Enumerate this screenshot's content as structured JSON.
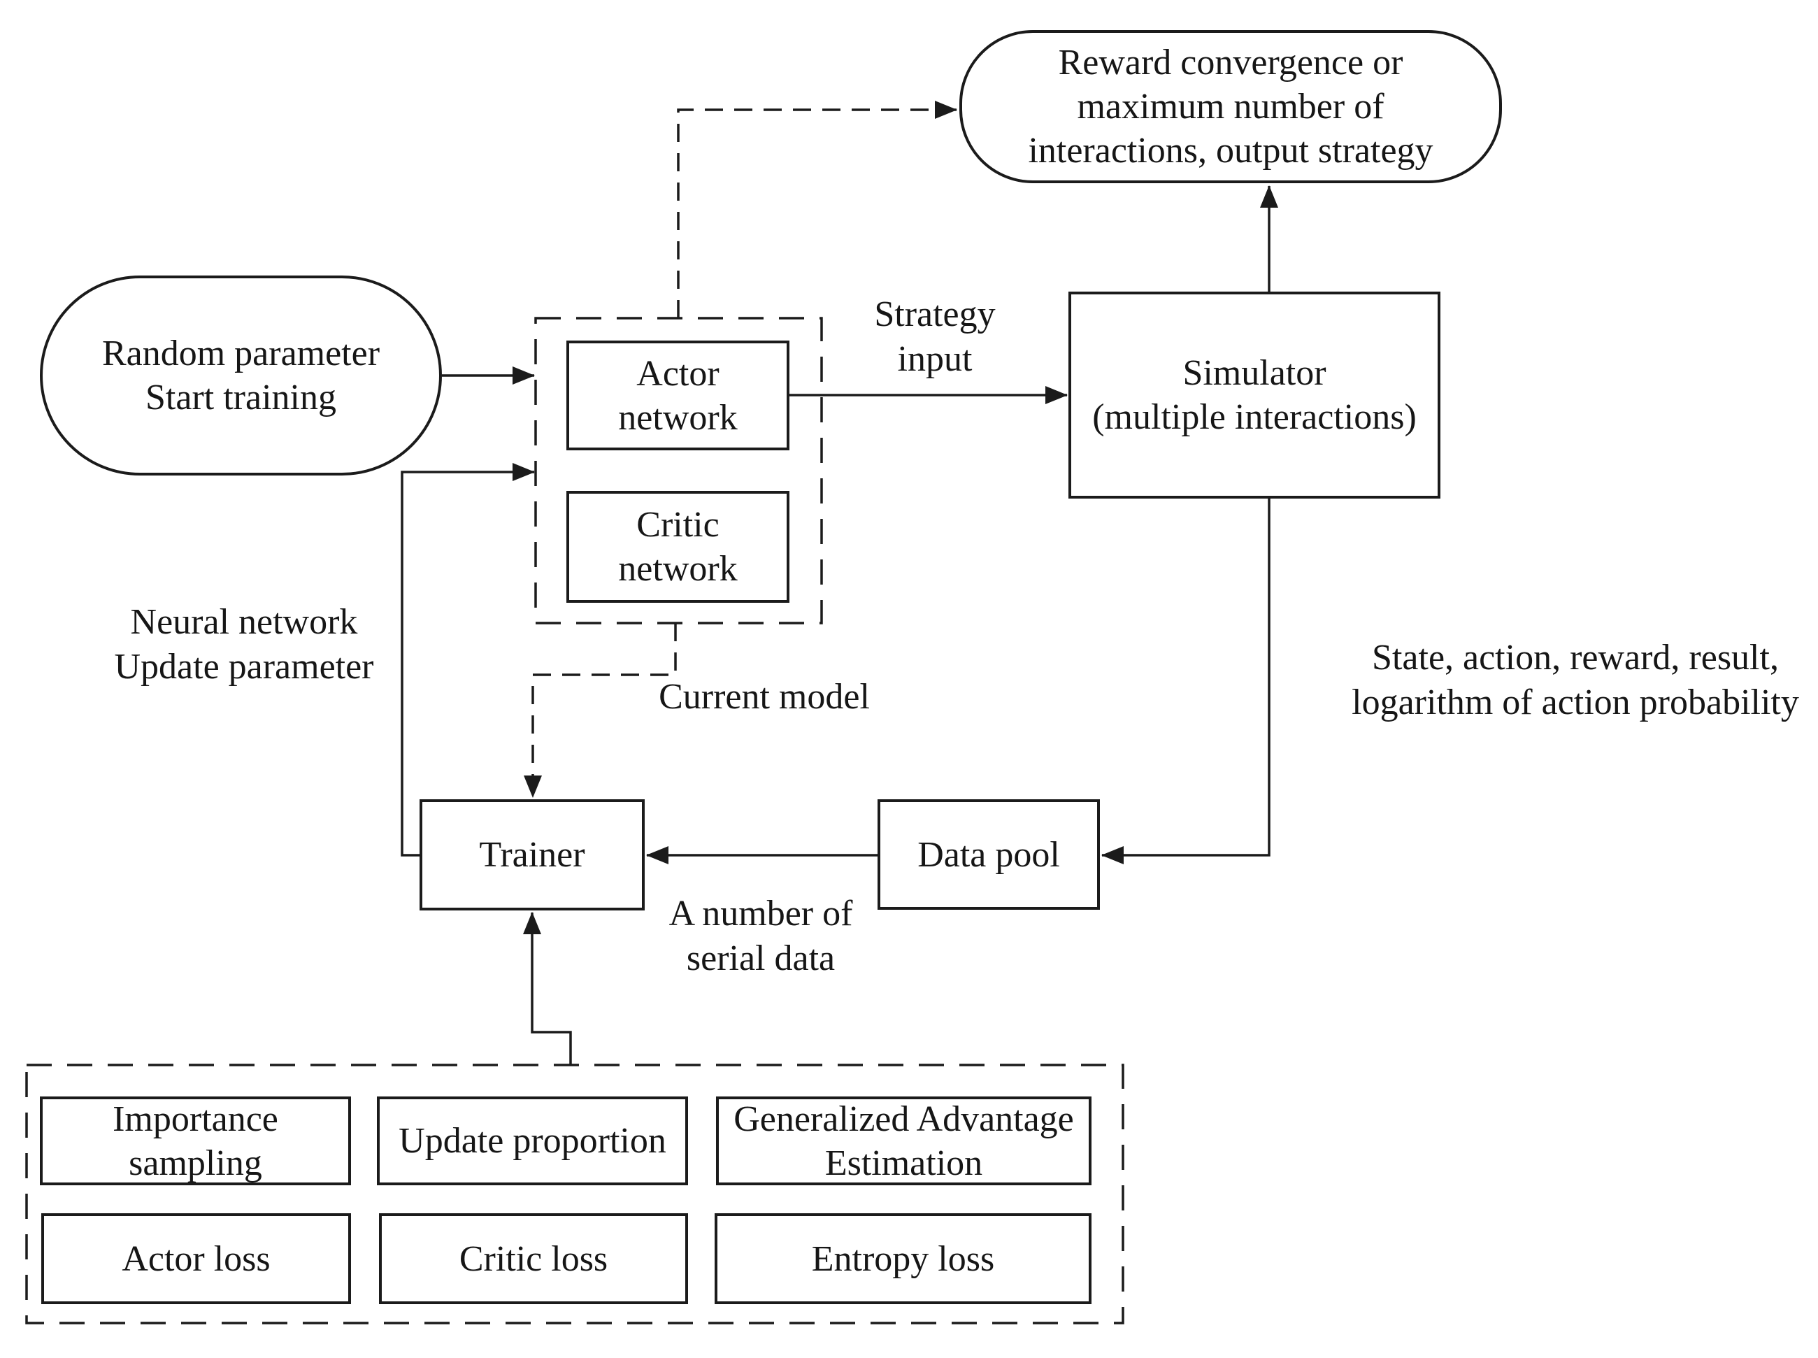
{
  "diagram": {
    "background": "#ffffff",
    "line_color": "#1b1b1b",
    "text_color": "#161616",
    "nodes": {
      "start": {
        "label": "Random parameter\nStart training",
        "shape": "terminator"
      },
      "reward": {
        "label": "Reward convergence or\nmaximum number of\ninteractions, output strategy",
        "shape": "terminator"
      },
      "actor": {
        "label": "Actor\nnetwork",
        "shape": "rect"
      },
      "critic": {
        "label": "Critic\nnetwork",
        "shape": "rect"
      },
      "simulator": {
        "label": "Simulator\n(multiple interactions)",
        "shape": "rect"
      },
      "trainer": {
        "label": "Trainer",
        "shape": "rect"
      },
      "data_pool": {
        "label": "Data pool",
        "shape": "rect"
      },
      "importance_sampling": {
        "label": "Importance\nsampling",
        "shape": "rect"
      },
      "update_proportion": {
        "label": "Update proportion",
        "shape": "rect"
      },
      "gae": {
        "label": "Generalized Advantage\nEstimation",
        "shape": "rect"
      },
      "actor_loss": {
        "label": "Actor loss",
        "shape": "rect"
      },
      "critic_loss": {
        "label": "Critic loss",
        "shape": "rect"
      },
      "entropy_loss": {
        "label": "Entropy loss",
        "shape": "rect"
      }
    },
    "edge_labels": {
      "strategy_input": "Strategy\ninput",
      "neural_update": "Neural network\nUpdate parameter",
      "current_model": "Current model",
      "sim_output": "State, action, reward, result,\nlogarithm of action probability",
      "serial_data": "A number of\nserial data"
    }
  }
}
